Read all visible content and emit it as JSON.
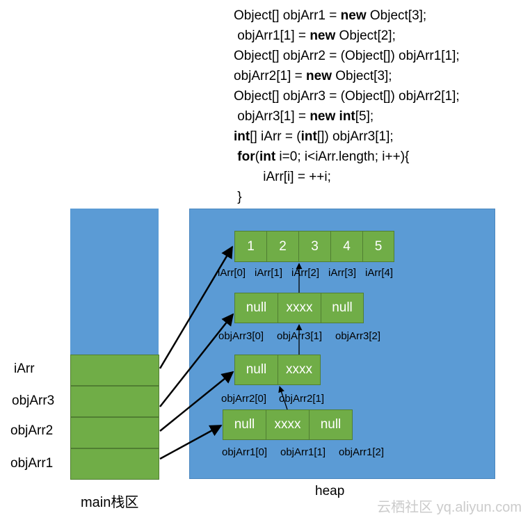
{
  "code_lines": [
    [
      {
        "t": "Object[] objArr1 = "
      },
      {
        "t": "new",
        "b": true
      },
      {
        "t": " Object[3];"
      }
    ],
    [
      {
        "t": " objArr1[1] = "
      },
      {
        "t": "new",
        "b": true
      },
      {
        "t": " Object[2];"
      }
    ],
    [
      {
        "t": "Object[] objArr2 = (Object[]) objArr1[1];"
      }
    ],
    [
      {
        "t": "objArr2[1] = "
      },
      {
        "t": "new",
        "b": true
      },
      {
        "t": " Object[3];"
      }
    ],
    [
      {
        "t": "Object[] objArr3 = (Object[]) objArr2[1];"
      }
    ],
    [
      {
        "t": " objArr3[1] = "
      },
      {
        "t": "new",
        "b": true
      },
      {
        "t": " "
      },
      {
        "t": "int",
        "b": true
      },
      {
        "t": "[5];"
      }
    ],
    [
      {
        "t": "int",
        "b": true
      },
      {
        "t": "[] iArr = ("
      },
      {
        "t": "int",
        "b": true
      },
      {
        "t": "[]) objArr3[1];"
      }
    ],
    [
      {
        "t": " "
      },
      {
        "t": "for",
        "b": true
      },
      {
        "t": "("
      },
      {
        "t": "int",
        "b": true
      },
      {
        "t": " i=0; i<iArr.length; i++){"
      }
    ],
    [
      {
        "t": "        iArr[i] = ++i;"
      }
    ],
    [
      {
        "t": " }"
      }
    ]
  ],
  "stack": {
    "title": "main栈区",
    "vars": [
      "iArr",
      "objArr3",
      "objArr2",
      "objArr1"
    ]
  },
  "heap": {
    "title": "heap",
    "iArr": {
      "values": [
        "1",
        "2",
        "3",
        "4",
        "5"
      ],
      "labels": [
        "iArr[0]",
        "iArr[1]",
        "iArr[2]",
        "iArr[3]",
        "iArr[4]"
      ]
    },
    "objArr3": {
      "values": [
        "null",
        "xxxx",
        "null"
      ],
      "labels": [
        "objArr3[0]",
        "objArr3[1]",
        "objArr3[2]"
      ]
    },
    "objArr2": {
      "values": [
        "null",
        "xxxx"
      ],
      "labels": [
        "objArr2[0]",
        "objArr2[1]"
      ]
    },
    "objArr1": {
      "values": [
        "null",
        "xxxx",
        "null"
      ],
      "labels": [
        "objArr1[0]",
        "objArr1[1]",
        "objArr1[2]"
      ]
    }
  },
  "colors": {
    "region": "#5b9bd5",
    "cell": "#70ad47",
    "arrow": "#000000"
  },
  "watermark": "云栖社区 yq.aliyun.com"
}
